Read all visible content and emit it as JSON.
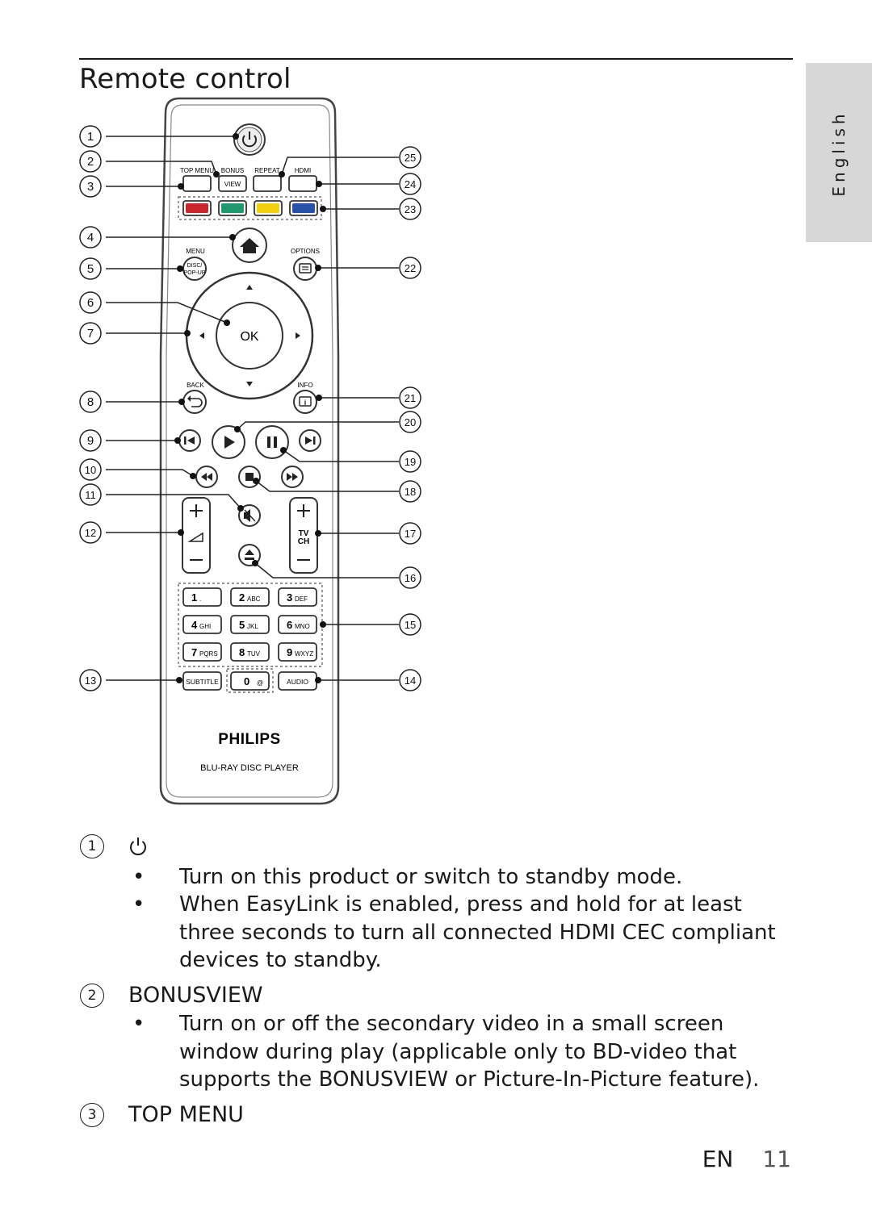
{
  "page": {
    "title": "Remote control",
    "side_tab": "English",
    "footer_lang": "EN",
    "footer_page": "11"
  },
  "remote": {
    "callouts_left": [
      "1",
      "2",
      "3",
      "4",
      "5",
      "6",
      "7",
      "8",
      "9",
      "10",
      "11",
      "12",
      "13"
    ],
    "callouts_right": [
      "25",
      "24",
      "23",
      "22",
      "21",
      "20",
      "19",
      "18",
      "17",
      "16",
      "15",
      "14"
    ],
    "labels": {
      "top_menu": "TOP MENU",
      "bonus": "BONUS",
      "view": "VIEW",
      "repeat": "REPEAT",
      "hdmi": "HDMI",
      "menu": "MENU",
      "disc": "DISC/",
      "popup": "POP-UP",
      "options": "OPTIONS",
      "ok": "OK",
      "back": "BACK",
      "info": "INFO",
      "tv": "TV",
      "ch": "CH",
      "subtitle": "SUBTITLE",
      "audio": "AUDIO",
      "brand": "PHILIPS",
      "model": "BLU-RAY DISC PLAYER"
    },
    "color_keys": [
      "#c8262c",
      "#1f9a6e",
      "#f2d00f",
      "#2750a8"
    ],
    "keypad": [
      [
        "1",
        "."
      ],
      [
        "2",
        "ABC"
      ],
      [
        "3",
        "DEF"
      ],
      [
        "4",
        "GHI"
      ],
      [
        "5",
        "JKL"
      ],
      [
        "6",
        "MNO"
      ],
      [
        "7",
        "PQRS"
      ],
      [
        "8",
        "TUV"
      ],
      [
        "9",
        "WXYZ"
      ]
    ],
    "zero": [
      "0",
      "@"
    ]
  },
  "items": [
    {
      "number": "1",
      "label": "",
      "bullets": [
        "Turn on this product or switch to standby mode.",
        "When EasyLink is enabled, press and hold for at least three seconds to turn all connected HDMI CEC compliant devices to standby."
      ]
    },
    {
      "number": "2",
      "label": "BONUSVIEW",
      "bullets": [
        "Turn on or off the secondary video in a small screen window during play (applicable only to BD-video that supports the BONUSVIEW or Picture-In-Picture feature)."
      ]
    },
    {
      "number": "3",
      "label": "TOP MENU",
      "bullets": []
    }
  ],
  "bullet_char": "•"
}
